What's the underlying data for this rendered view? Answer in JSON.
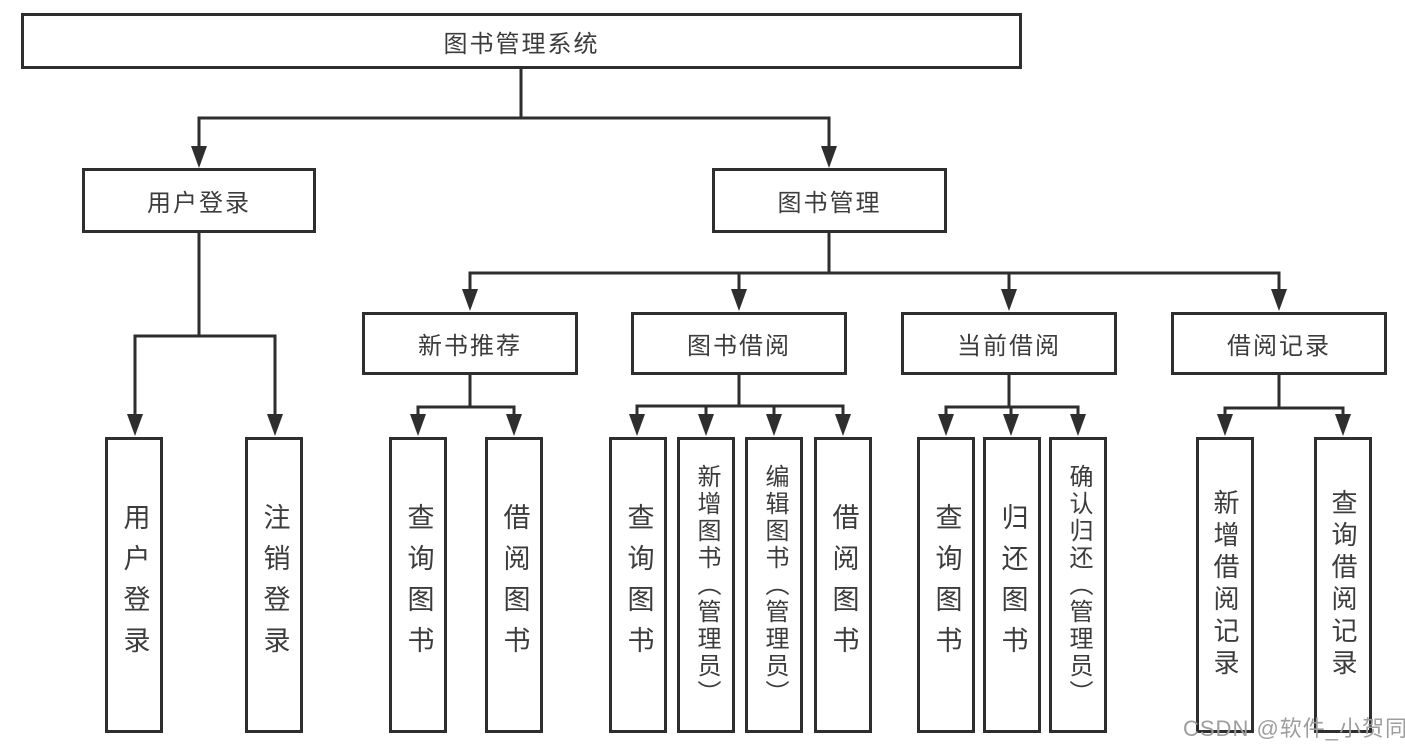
{
  "tree": {
    "root": {
      "label": "图书管理系统"
    },
    "branches": [
      {
        "label": "用户登录",
        "children": [
          {
            "label": "用户登录"
          },
          {
            "label": "注销登录"
          }
        ]
      },
      {
        "label": "图书管理",
        "sections": [
          {
            "label": "新书推荐",
            "children": [
              {
                "label": "查询图书"
              },
              {
                "label": "借阅图书"
              }
            ]
          },
          {
            "label": "图书借阅",
            "children": [
              {
                "label": "查询图书"
              },
              {
                "label": "新增图书（管理员）"
              },
              {
                "label": "编辑图书（管理员）"
              },
              {
                "label": "借阅图书"
              }
            ]
          },
          {
            "label": "当前借阅",
            "children": [
              {
                "label": "查询图书"
              },
              {
                "label": "归还图书"
              },
              {
                "label": "确认归还（管理员）"
              }
            ]
          },
          {
            "label": "借阅记录",
            "children": [
              {
                "label": "新增借阅记录"
              },
              {
                "label": "查询借阅记录"
              }
            ]
          }
        ]
      }
    ]
  },
  "watermark": {
    "text": "CSDN @软件_小贺同学"
  },
  "colors": {
    "line": "#2e2e2e",
    "box_border": "#2e2e2e",
    "text": "#3c3c3c",
    "watermark": "#9e9e9e",
    "background": "#ffffff"
  }
}
